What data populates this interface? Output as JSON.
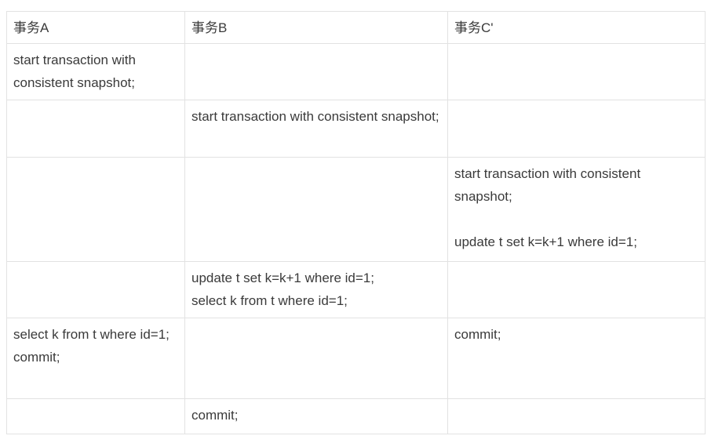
{
  "page": {
    "background": "#ffffff",
    "border_color": "#e2e2e2",
    "text_color": "#3a3a3a"
  },
  "table": {
    "columns": [
      "事务A",
      "事务B",
      "事务C'"
    ],
    "rows": [
      {
        "cells": [
          [
            "start transaction with consistent snapshot;"
          ],
          [],
          []
        ]
      },
      {
        "cells": [
          [],
          [
            "start transaction with consistent snapshot;"
          ],
          []
        ]
      },
      {
        "cells": [
          [],
          [],
          [
            "start transaction with consistent snapshot;",
            "",
            "update t set k=k+1 where id=1;"
          ]
        ]
      },
      {
        "cells": [
          [],
          [
            "update t set k=k+1 where id=1;",
            "select k from t where id=1;"
          ],
          []
        ]
      },
      {
        "cells": [
          [
            "select k from t where id=1;",
            "commit;"
          ],
          [],
          [
            "commit;"
          ]
        ]
      },
      {
        "cells": [
          [],
          [
            "commit;"
          ],
          []
        ]
      }
    ]
  }
}
